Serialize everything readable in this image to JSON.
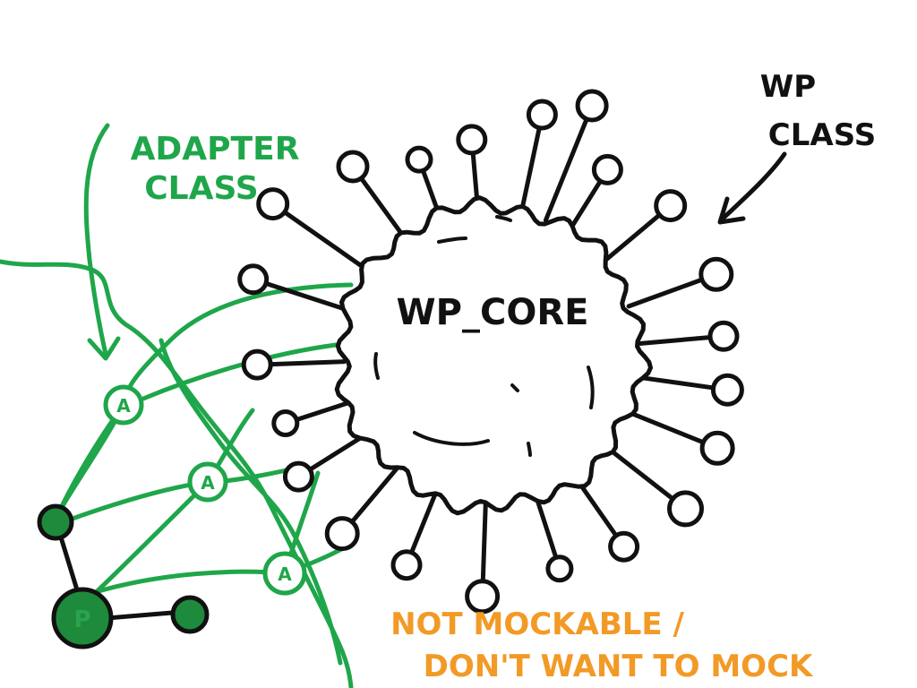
{
  "core": {
    "label": "WP_CORE",
    "class_annotation_line1": "WP",
    "class_annotation_line2": "CLASS"
  },
  "adapter": {
    "annotation_line1": "ADAPTER",
    "annotation_line2": "CLASS",
    "node_label": "A",
    "plugin_label": "P"
  },
  "note": {
    "line1": "NOT MOCKABLE /",
    "line2": "DON'T WANT TO MOCK"
  },
  "colors": {
    "ink": "#111111",
    "adapter_green": "#1fa64a",
    "node_fill_green": "#1e8a3c",
    "note_orange": "#f29a26"
  }
}
